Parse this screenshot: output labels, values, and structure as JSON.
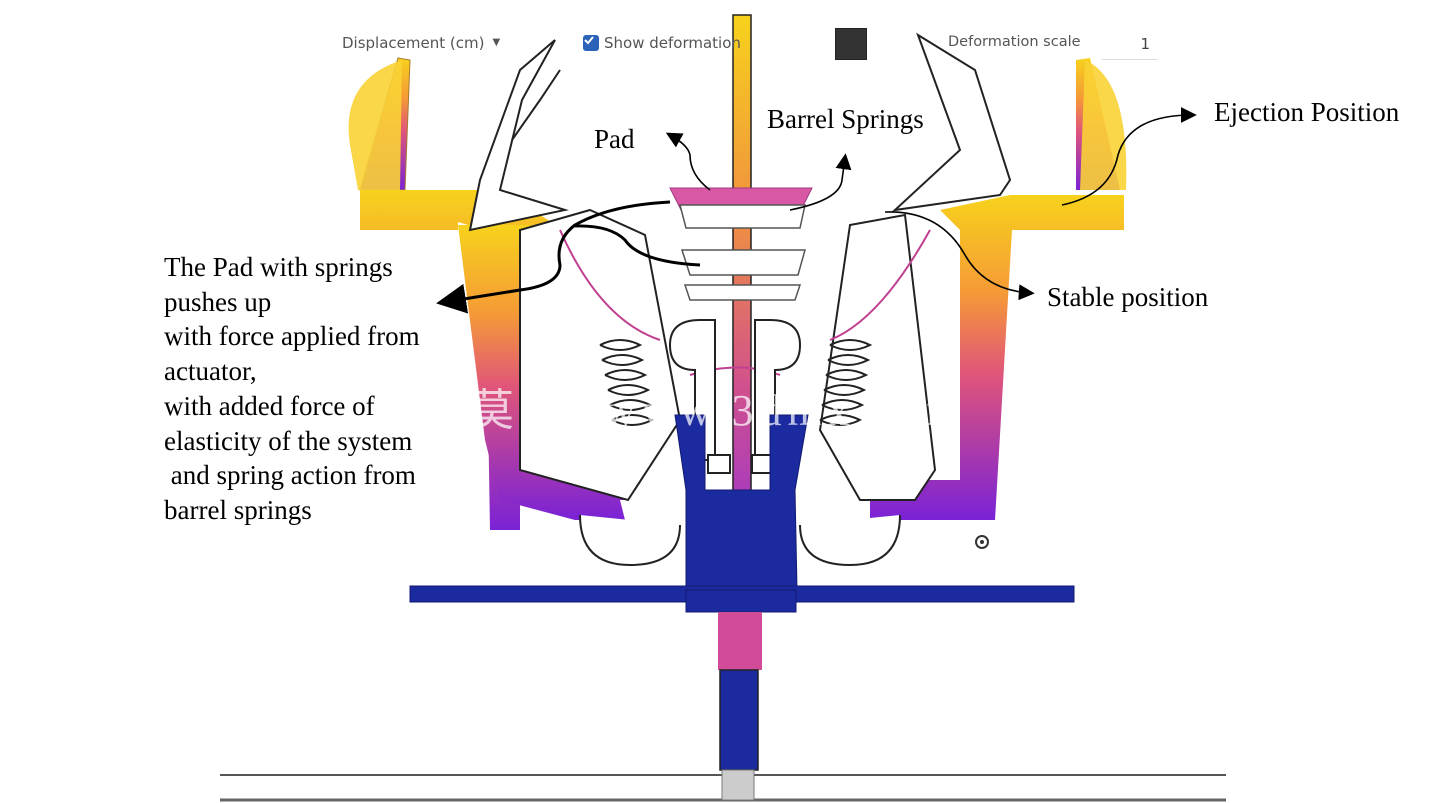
{
  "toolbar": {
    "result_type": "Displacement (cm)",
    "show_deformation_label": "Show deformation",
    "show_deformation_checked": true,
    "color_swatch": "#333333",
    "deformation_scale_label": "Deformation scale",
    "deformation_scale_value": "1"
  },
  "annotations": {
    "pad": "Pad",
    "barrel_springs": "Barrel Springs",
    "ejection_position": "Ejection Position",
    "stable_position": "Stable position",
    "description_lines": [
      "The Pad with springs",
      "pushes up",
      "with force applied from",
      "actuator,",
      "with added force of",
      "elasticity of the system",
      " and spring action from",
      "barrel springs"
    ]
  },
  "watermark": "莫西  www.3dmx.com",
  "colors": {
    "displacement_high": "#f5c518",
    "displacement_mid": "#e8508a",
    "displacement_low": "#8a2be2",
    "fixed_base": "#1c2aa0",
    "outline": "#222222"
  }
}
